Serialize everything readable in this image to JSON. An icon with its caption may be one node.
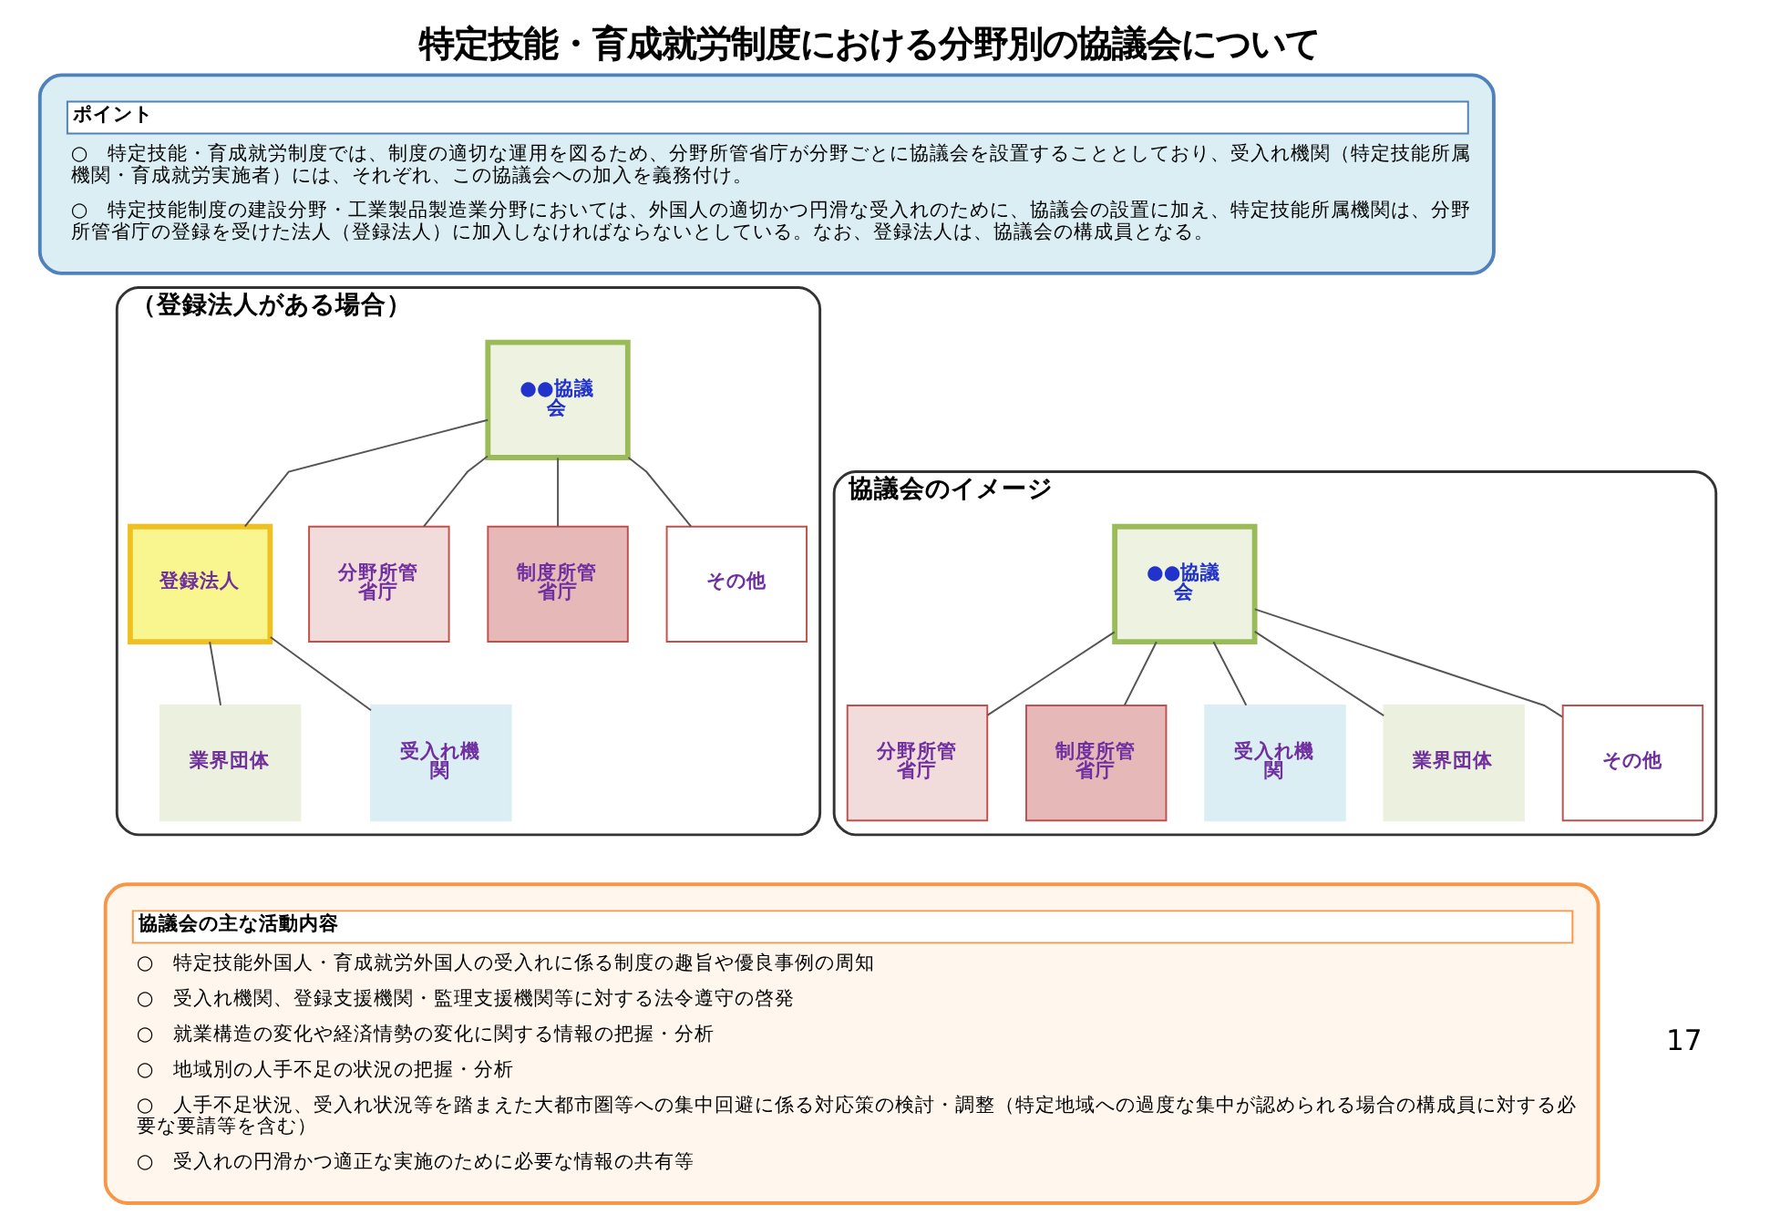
{
  "diagram": {
    "title": "特定技能・育成就労制度における分野別の協議会について",
    "nodes": [
      {
        "text": [
          "ポイント",
          "○　特定技能・育成就労制度では、制度の適切な運用を図るため、分野所管省庁が分野ごとに協議会を設置することとしており、受入れ機関（特定技能所属機関・育成就労実施者）には、それぞれ、この協議会への加入を義務付け。",
          "○　特定技能制度の建設分野・工業製品製造業分野においては、外国人の適切かつ円滑な受入れのために、協議会の設置に加え、特定技能所属機関は、分野所管省庁の登録を受けた法人（登録法人）に加入しなければならないとしている。なお、登録法人は、協議会の構成員となる。"
        ]
      },
      {
        "text": [
          "協議会のイメージ"
        ]
      },
      {
        "text": [
          "●●協議会"
        ],
        "in": 1
      },
      {
        "text": [
          "分野所管省庁"
        ],
        "in": 1
      },
      {
        "text": [
          "制度所管省庁"
        ],
        "in": 1
      },
      {
        "text": [
          "受入れ機関"
        ],
        "in": 1
      },
      {
        "text": [
          "業界団体"
        ],
        "in": 1
      },
      {
        "text": [
          "その他"
        ],
        "in": 1
      },
      {
        "text": [
          "（登録法人がある場合）"
        ]
      },
      {
        "text": [
          "●●協議会"
        ],
        "in": 8
      },
      {
        "text": [
          "分野所管省庁"
        ],
        "in": 8
      },
      {
        "text": [
          "制度所管省庁"
        ],
        "in": 8
      },
      {
        "text": [
          "登録法人"
        ],
        "in": 8
      },
      {
        "text": [
          "その他"
        ],
        "in": 8
      },
      {
        "text": [
          "業界団体"
        ],
        "in": 8
      },
      {
        "text": [
          "受入れ機関"
        ],
        "in": 8
      },
      {
        "text": [
          "協議会の主な活動内容",
          "○　特定技能外国人・育成就労外国人の受入れに係る制度の趣旨や優良事例の周知",
          "○　受入れ機関、登録支援機関・監理支援機関等に対する法令遵守の啓発",
          "○　就業構造の変化や経済情勢の変化に関する情報の把握・分析",
          "○　地域別の人手不足の状況の把握・分析",
          "○　人手不足状況、受入れ状況等を踏まえた大都市圏等への集中回避に係る対応策の検討・調整（特定地域への過度な集中が認められる場合の構成員に対する必要な要請等を含む）",
          "○　受入れの円滑かつ適正な実施のために必要な情報の共有等"
        ]
      }
    ],
    "edges": [
      {
        "from": 2,
        "to": 3,
        "arrow": "none"
      },
      {
        "from": 2,
        "to": 4,
        "arrow": "none"
      },
      {
        "from": 2,
        "to": 5,
        "arrow": "none"
      },
      {
        "from": 2,
        "to": 6,
        "arrow": "none"
      },
      {
        "from": 2,
        "to": 7,
        "arrow": "none"
      },
      {
        "from": 9,
        "to": 10,
        "arrow": "none"
      },
      {
        "from": 9,
        "to": 11,
        "arrow": "none"
      },
      {
        "from": 9,
        "to": 12,
        "arrow": "none"
      },
      {
        "from": 9,
        "to": 13,
        "arrow": "none"
      },
      {
        "from": 12,
        "to": 14,
        "arrow": "none"
      },
      {
        "from": 12,
        "to": 15,
        "arrow": "none"
      }
    ],
    "labels": [
      "17"
    ]
  }
}
